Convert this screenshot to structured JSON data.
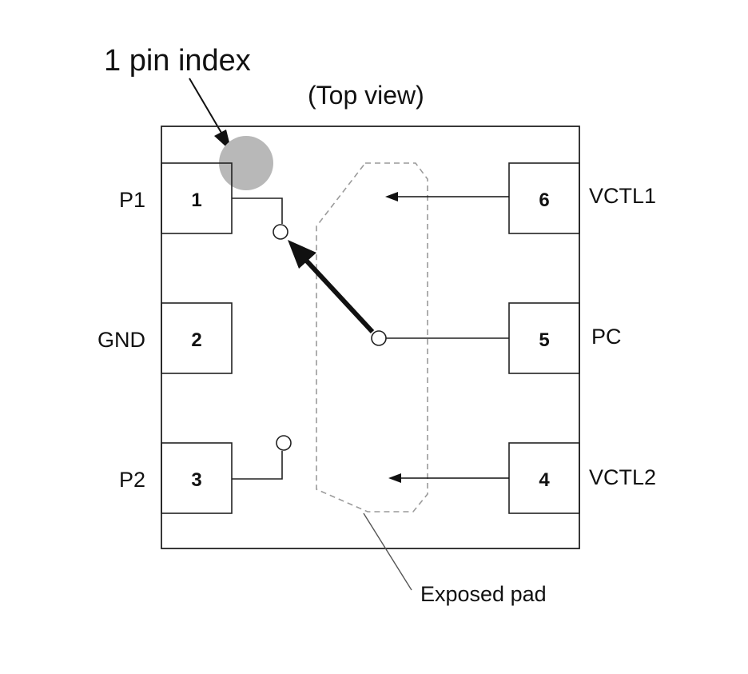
{
  "annotations": {
    "pin_index": "1 pin index",
    "view": "(Top view)",
    "exposed_pad": "Exposed pad"
  },
  "pins": [
    {
      "number": "1",
      "name": "P1"
    },
    {
      "number": "2",
      "name": "GND"
    },
    {
      "number": "3",
      "name": "P2"
    },
    {
      "number": "4",
      "name": "VCTL2"
    },
    {
      "number": "5",
      "name": "PC"
    },
    {
      "number": "6",
      "name": "VCTL1"
    }
  ],
  "colors": {
    "pin_index_marker": "#b8b8b8",
    "exposed_pad_outline": "#9a9a9a",
    "lines": "#222222"
  }
}
